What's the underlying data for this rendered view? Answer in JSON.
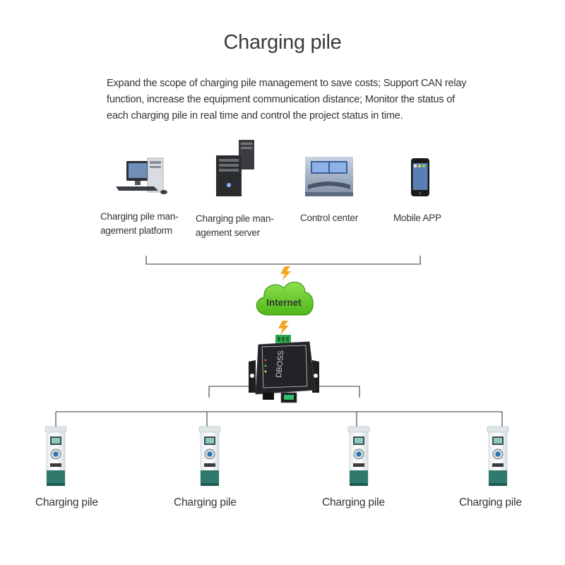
{
  "title": "Charging pile",
  "description": "Expand the scope of charging pile management to save costs; Support CAN relay function, increase the equipment communication distance; Monitor the status of each charging pile in real time and control the project status in time.",
  "top_nodes": [
    {
      "label_line1": "Charging pile man-",
      "label_line2": "agement platform",
      "icon": "desktop-computer-icon"
    },
    {
      "label_line1": "Charging pile man-",
      "label_line2": "agement server",
      "icon": "server-tower-icon"
    },
    {
      "label_line1": "Control center",
      "label_line2": "",
      "icon": "control-room-icon"
    },
    {
      "label_line1": "Mobile APP",
      "label_line2": "",
      "icon": "smartphone-icon"
    }
  ],
  "cloud": {
    "label": "Internet",
    "icon": "cloud-icon"
  },
  "gateway": {
    "brand": "DBOSS",
    "icon": "gateway-device-icon"
  },
  "piles": [
    {
      "label": "Charging pile",
      "icon": "charging-pile-icon"
    },
    {
      "label": "Charging pile",
      "icon": "charging-pile-icon"
    },
    {
      "label": "Charging pile",
      "icon": "charging-pile-icon"
    },
    {
      "label": "Charging pile",
      "icon": "charging-pile-icon"
    }
  ],
  "colors": {
    "line": "#7a7a7a",
    "cloud": "#6fce2e",
    "bolt": "#f5a623",
    "pile_green": "#2f7a6d",
    "device": "#1e1e1e"
  }
}
